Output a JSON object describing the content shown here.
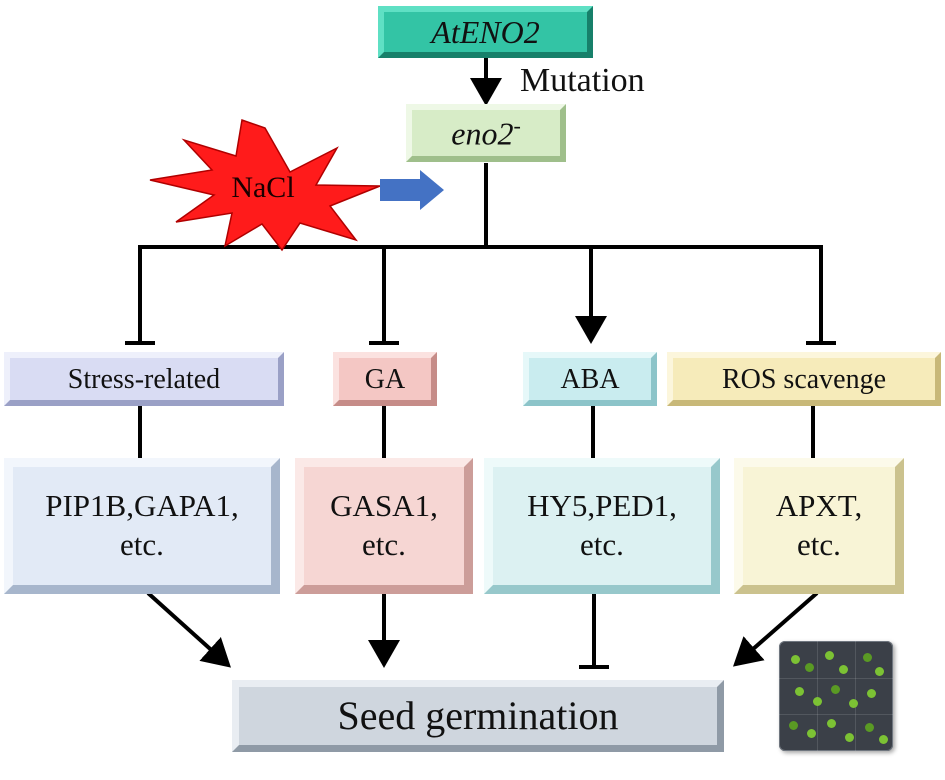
{
  "nodes": {
    "ateno2": "AtENO2",
    "mutation": "Mutation",
    "eno2": "eno2",
    "eno2_sup": "-",
    "nacl": "NaCl",
    "stress": "Stress-related",
    "ga": "GA",
    "aba": "ABA",
    "ros": "ROS scavenge",
    "genes_stress_l1": "PIP1B,GAPA1,",
    "genes_stress_l2": "etc.",
    "genes_ga_l1": "GASA1,",
    "genes_ga_l2": "etc.",
    "genes_aba_l1": "HY5,PED1,",
    "genes_aba_l2": "etc.",
    "genes_ros_l1": "APXT,",
    "genes_ros_l2": "etc.",
    "seed": "Seed germination"
  },
  "colors": {
    "ateno2_fill": "#33c4a5",
    "eno2_fill": "#d7ecc7",
    "stress_fill": "#d9dcf3",
    "ga_fill": "#f4c7c4",
    "aba_fill": "#c9ecef",
    "ros_fill": "#f6ebba",
    "genes_stress_fill": "#e2eaf6",
    "genes_ga_fill": "#f6d6d3",
    "genes_aba_fill": "#dcf1f2",
    "genes_ros_fill": "#f8f4d6",
    "seed_fill": "#cfd6de",
    "nacl_fill": "#ff1b1b",
    "blue_arrow": "#4472c4"
  },
  "icons": {
    "seedling_photo": "seedling-plate-image",
    "nacl_burst": "explosion-burst-icon"
  }
}
